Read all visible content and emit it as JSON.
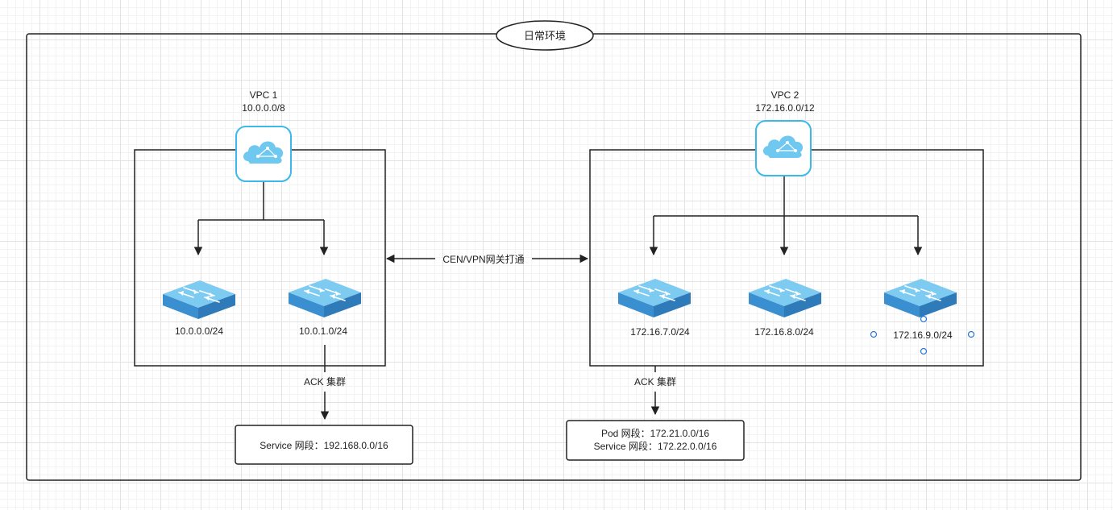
{
  "environment": {
    "title": "日常环境"
  },
  "vpcs": [
    {
      "name": "VPC 1",
      "cidr": "10.0.0.0/8",
      "subnets": [
        "10.0.0.0/24",
        "10.0.1.0/24"
      ],
      "cluster_label": "ACK 集群",
      "network_info": [
        "Service 网段：192.168.0.0/16"
      ]
    },
    {
      "name": "VPC 2",
      "cidr": "172.16.0.0/12",
      "subnets": [
        "172.16.7.0/24",
        "172.16.8.0/24",
        "172.16.9.0/24"
      ],
      "cluster_label": "ACK 集群",
      "network_info": [
        "Pod 网段：172.21.0.0/16",
        "Service 网段：172.22.0.0/16"
      ]
    }
  ],
  "connection": {
    "label": "CEN/VPN网关打通"
  },
  "colors": {
    "vpc_icon_border": "#3bb8ec",
    "cloud": "#6ec8f0",
    "switch_top": "#7ecbf2",
    "switch_front": "#3a8fd0",
    "switch_side": "#2f7ab8",
    "line": "#222222",
    "selection_handle": "#2a7ad5"
  },
  "icons": {
    "vpc": "vpc-cloud-icon",
    "switch": "vswitch-icon"
  }
}
